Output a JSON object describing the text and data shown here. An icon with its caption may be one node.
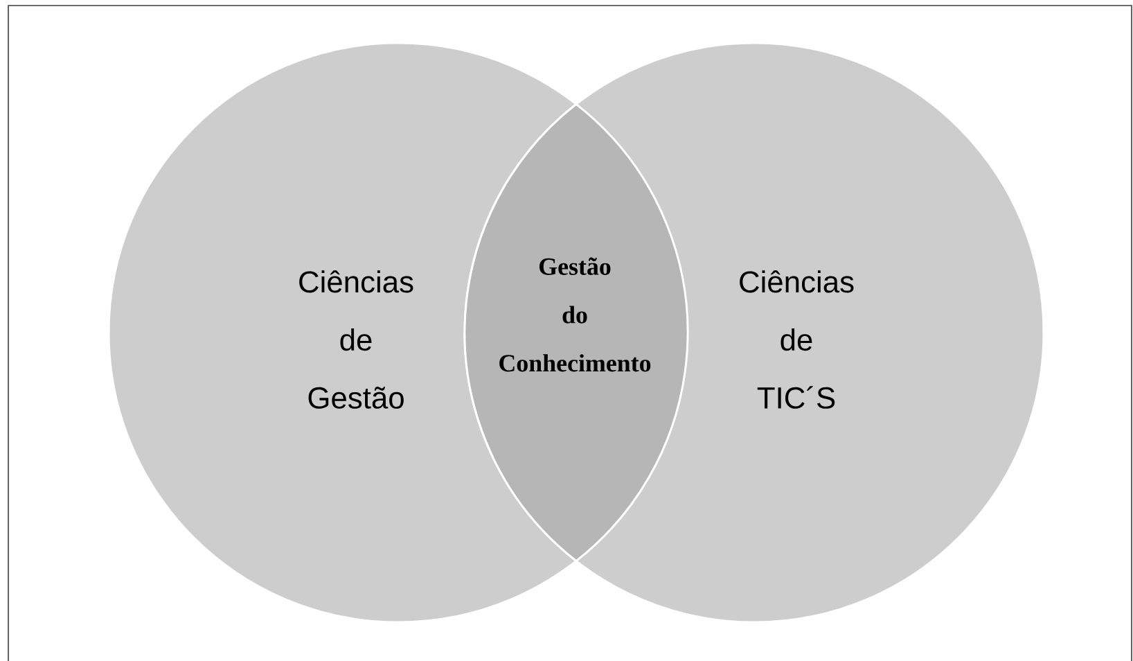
{
  "diagram": {
    "nodes": [
      {
        "text": [
          "Ciências de Gestão"
        ]
      },
      {
        "text": [
          "Ciências de TIC´S"
        ]
      },
      {
        "text": [
          "Gestão do Conhecimento"
        ]
      }
    ]
  }
}
